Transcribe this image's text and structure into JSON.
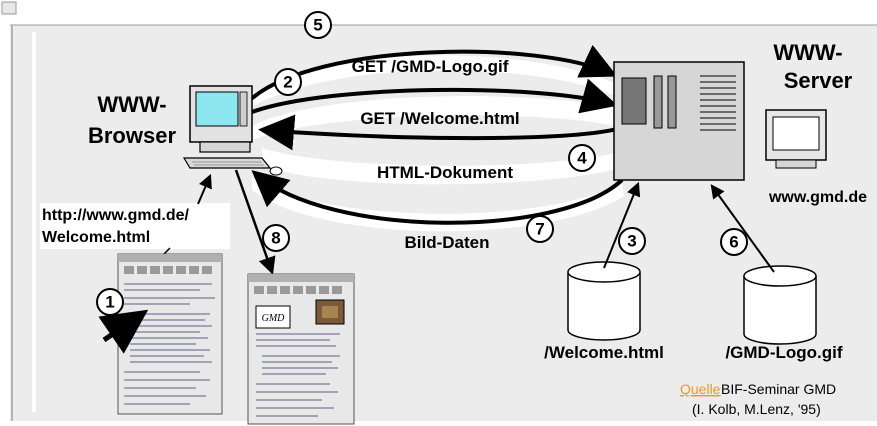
{
  "labels": {
    "browser_line1": "WWW-",
    "browser_line2": "Browser",
    "server_line1": "WWW-",
    "server_line2": "Server",
    "server_host": "www.gmd.de",
    "url_line1": "http://www.gmd.de/",
    "url_line2": "Welcome.html",
    "get_logo": "GET /GMD-Logo.gif",
    "get_welcome": "GET /Welcome.html",
    "html_doc": "HTML-Dokument",
    "bild_daten": "Bild-Daten",
    "welcome_file": "/Welcome.html",
    "logo_file": "/GMD-Logo.gif"
  },
  "steps": {
    "s1": "1",
    "s2": "2",
    "s3": "3",
    "s4": "4",
    "s5": "5",
    "s6": "6",
    "s7": "7",
    "s8": "8"
  },
  "source": {
    "link_text": "Quelle",
    "line1": "BIF-Seminar GMD",
    "line2": "(I. Kolb, M.Lenz, '95)"
  },
  "colors": {
    "panel_bg": "#ececec",
    "screen": "#8ee6f0",
    "server_body": "#d6d6d6",
    "link": "#e69a2a"
  }
}
